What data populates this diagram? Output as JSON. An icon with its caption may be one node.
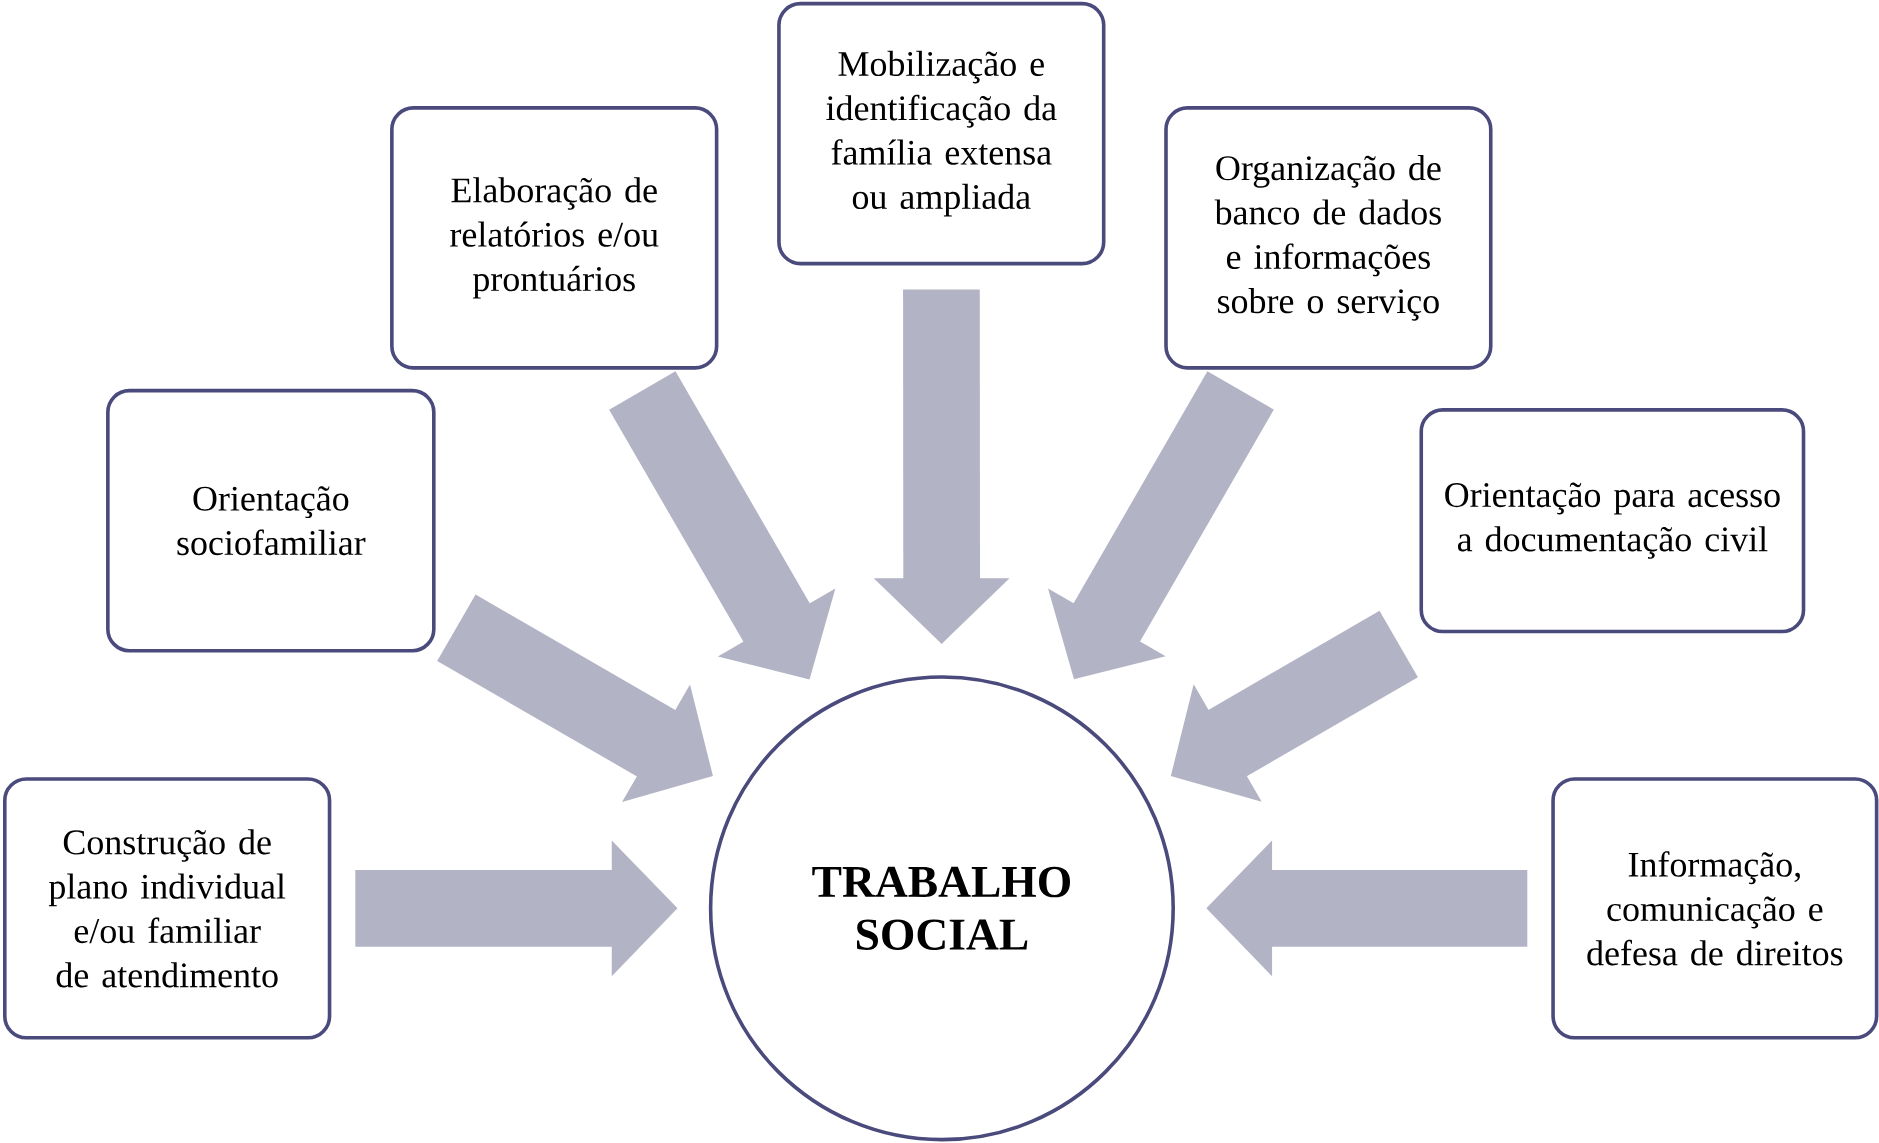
{
  "diagram": {
    "nodes": [
      {
        "text": [
          "Mobilização e identificação da família extensa ou ampliada"
        ]
      },
      {
        "text": [
          "Elaboração de relatórios e/ou prontuários"
        ]
      },
      {
        "text": [
          "Organização de banco de dados e informações sobre o serviço"
        ]
      },
      {
        "text": [
          "Orientação sociofamiliar"
        ]
      },
      {
        "text": [
          "Orientação para acesso a documentação civil"
        ]
      },
      {
        "text": [
          "Construção de plano individual e/ou familiar de atendimento"
        ]
      },
      {
        "text": [
          "Informação, comunicação e defesa de direitos"
        ]
      },
      {
        "text": [
          "TRABALHO SOCIAL"
        ]
      }
    ],
    "edges": [
      {
        "from": 0,
        "to": 7,
        "arrow": "to"
      },
      {
        "from": 1,
        "to": 7,
        "arrow": "to"
      },
      {
        "from": 2,
        "to": 7,
        "arrow": "to"
      },
      {
        "from": 3,
        "to": 7,
        "arrow": "to"
      },
      {
        "from": 4,
        "to": 7,
        "arrow": "to"
      },
      {
        "from": 5,
        "to": 7,
        "arrow": "to"
      },
      {
        "from": 6,
        "to": 7,
        "arrow": "to"
      }
    ]
  }
}
